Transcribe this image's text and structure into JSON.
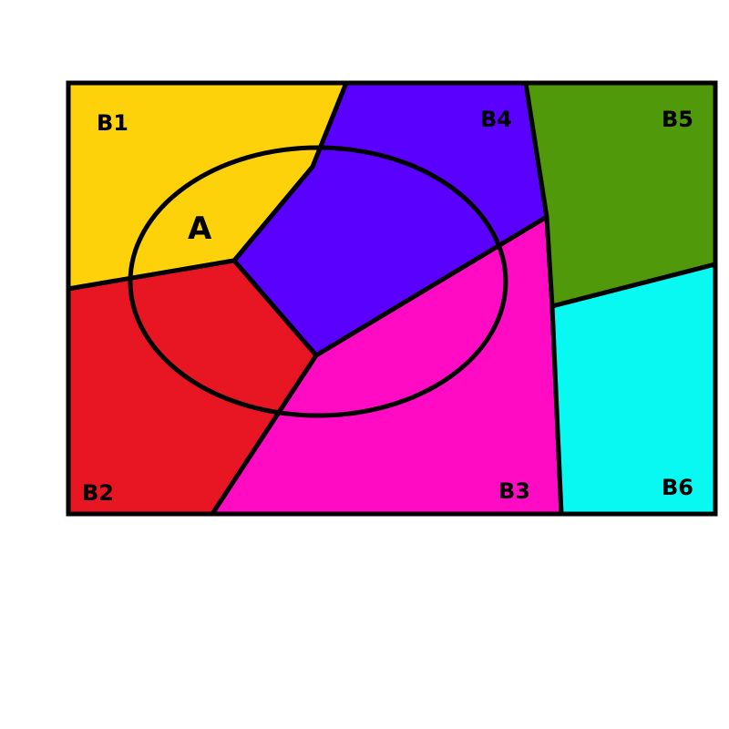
{
  "regions": [
    {
      "id": "B1",
      "label": "B1",
      "color": "#FDD20B"
    },
    {
      "id": "B2",
      "label": "B2",
      "color": "#E81622"
    },
    {
      "id": "B3",
      "label": "B3",
      "color": "#FF0BC3"
    },
    {
      "id": "B4",
      "label": "B4",
      "color": "#5A00FF"
    },
    {
      "id": "B5",
      "label": "B5",
      "color": "#4F990A"
    },
    {
      "id": "B6",
      "label": "B6",
      "color": "#08F8F2"
    }
  ],
  "ellipse": {
    "label": "A"
  },
  "colors": {
    "border": "#000000",
    "background": "#FFFFFF"
  }
}
